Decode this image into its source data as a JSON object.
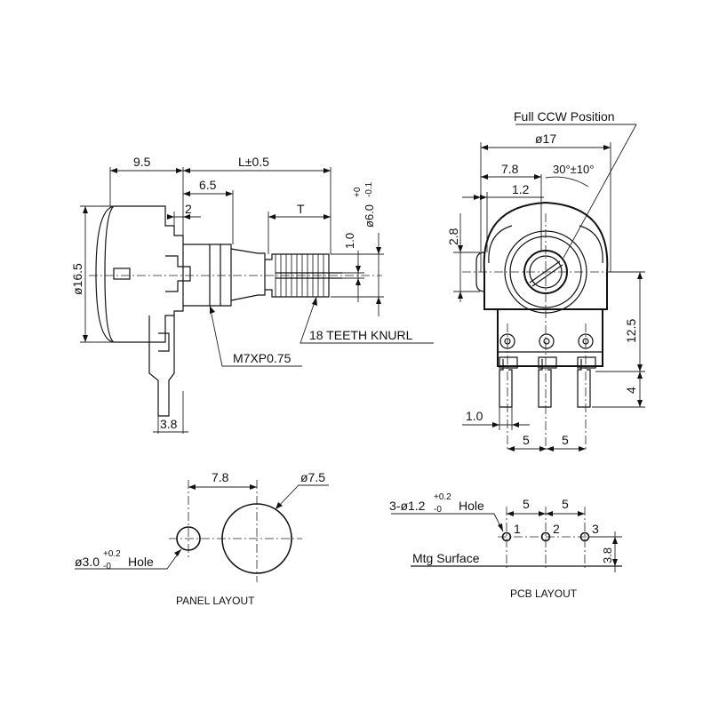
{
  "side_view": {
    "dim_9_5": "9.5",
    "dim_L": "L±0.5",
    "dim_6_5": "6.5",
    "dim_2": "2",
    "dim_T": "T",
    "dim_1_0": "1.0",
    "dim_shaft_dia": "ø6.0",
    "dim_shaft_tol_plus": "+0",
    "dim_shaft_tol_minus": "-0.1",
    "dim_body_dia": "ø16.5",
    "dim_3_8": "3.8",
    "thread": "M7XP0.75",
    "knurl": "18 TEETH KNURL"
  },
  "front_view": {
    "ccw_label": "Full CCW Position",
    "dim_17": "ø17",
    "dim_7_8": "7.8",
    "angle": "30°±10°",
    "dim_1_2": "1.2",
    "dim_2_8": "2.8",
    "dim_12_5": "12.5",
    "dim_4": "4",
    "dim_1_0": "1.0",
    "dim_5a": "5",
    "dim_5b": "5"
  },
  "panel_layout": {
    "caption": "PANEL LAYOUT",
    "dim_7_8": "7.8",
    "dim_7_5": "ø7.5",
    "hole": "ø3.0",
    "hole_tol_plus": "+0.2",
    "hole_tol_minus": "-0",
    "hole_suffix": "Hole"
  },
  "pcb_layout": {
    "caption": "PCB LAYOUT",
    "hole": "3-ø1.2",
    "hole_tol_plus": "+0.2",
    "hole_tol_minus": "-0",
    "hole_suffix": "Hole",
    "dim_5a": "5",
    "dim_5b": "5",
    "pin1": "1",
    "pin2": "2",
    "pin3": "3",
    "mtg": "Mtg Surface",
    "dim_3_8": "3.8"
  }
}
